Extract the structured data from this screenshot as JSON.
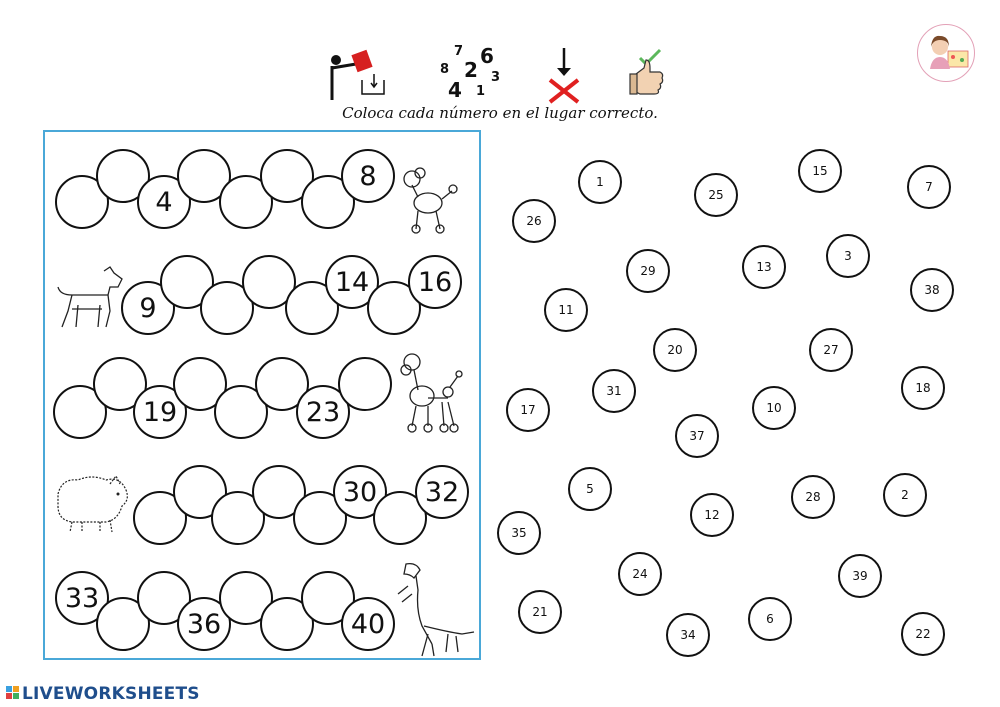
{
  "header": {
    "instruction": "Coloca cada número en el lugar correcto.",
    "digit_glyphs": [
      {
        "t": "8"
      },
      {
        "t": "7"
      },
      {
        "t": "2"
      },
      {
        "t": "6"
      },
      {
        "t": "3"
      },
      {
        "t": "4"
      },
      {
        "t": "1"
      }
    ],
    "icons": [
      "person-placing-icon",
      "scattered-numbers-icon",
      "down-arrow-cross-icon",
      "thumbs-up-check-icon"
    ]
  },
  "rows": [
    {
      "slots": [
        "",
        "",
        "4",
        "",
        "",
        "",
        "",
        "8"
      ],
      "animal": "poodle-icon"
    },
    {
      "slots": [
        "9",
        "",
        "",
        "",
        "",
        "14",
        "",
        "16"
      ],
      "animal": "terrier-icon"
    },
    {
      "slots": [
        "",
        "",
        "19",
        "",
        "",
        "",
        "23",
        ""
      ],
      "animal": "poodle-icon"
    },
    {
      "slots": [
        "",
        "",
        "",
        "",
        "",
        "30",
        "",
        "32"
      ],
      "animal": "pomeranian-icon"
    },
    {
      "slots": [
        "33",
        "",
        "",
        "36",
        "",
        "",
        "",
        "40"
      ],
      "animal": "dachshund-icon"
    }
  ],
  "tokens": [
    "1",
    "25",
    "15",
    "7",
    "26",
    "29",
    "13",
    "3",
    "38",
    "11",
    "20",
    "27",
    "31",
    "10",
    "18",
    "17",
    "37",
    "5",
    "28",
    "2",
    "12",
    "35",
    "24",
    "39",
    "21",
    "6",
    "34",
    "22"
  ],
  "footer": {
    "brand": "LIVEWORKSHEETS"
  },
  "colors": {
    "panel_border": "#4aa8d8",
    "brand": "#1f4e8c",
    "cross": "#e02020",
    "check": "#5cb85c"
  }
}
